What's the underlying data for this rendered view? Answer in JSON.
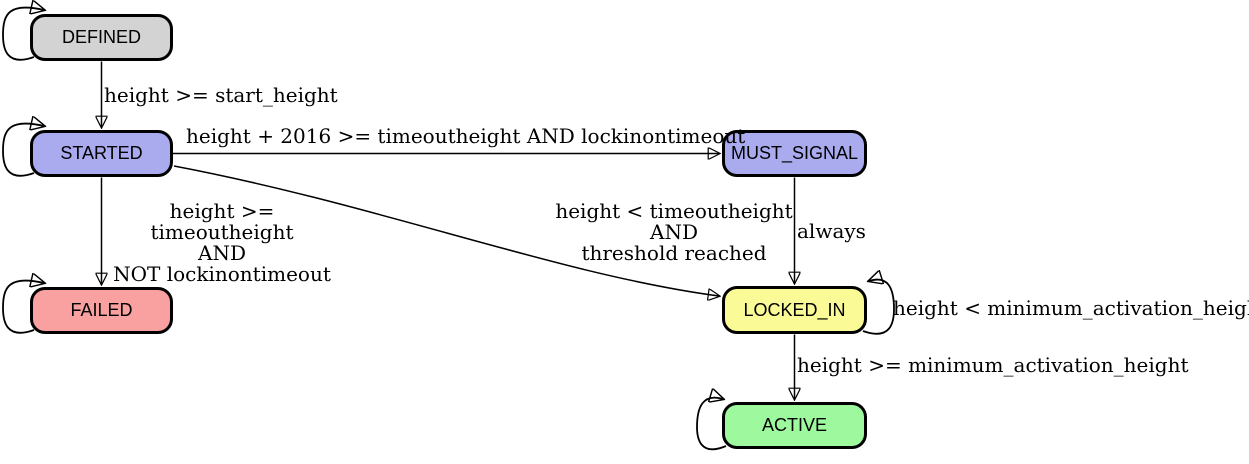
{
  "diagram": {
    "states": [
      {
        "id": "defined",
        "label": "DEFINED",
        "fill": "#d3d3d3"
      },
      {
        "id": "started",
        "label": "STARTED",
        "fill": "#aaaaee"
      },
      {
        "id": "must_signal",
        "label": "MUST_SIGNAL",
        "fill": "#aaaaee"
      },
      {
        "id": "failed",
        "label": "FAILED",
        "fill": "#f9a1a1"
      },
      {
        "id": "locked_in",
        "label": "LOCKED_IN",
        "fill": "#fafa96"
      },
      {
        "id": "active",
        "label": "ACTIVE",
        "fill": "#9ef89e"
      }
    ],
    "edge_labels": {
      "defined_to_started": "height >= start_height",
      "started_to_must_signal": "height + 2016 >= timeoutheight AND lockinontimeout",
      "started_to_failed": {
        "line1": "height >= timeoutheight",
        "line2": "AND",
        "line3": "NOT lockinontimeout"
      },
      "started_to_locked_in": {
        "line1": "height < timeoutheight",
        "line2": "AND",
        "line3": "threshold reached"
      },
      "must_signal_to_locked_in": "always",
      "locked_in_self_loop": "height < minimum_activation_height",
      "locked_in_to_active": "height >= minimum_activation_height"
    },
    "colors": {
      "node_border": "#000000",
      "edge": "#000000",
      "label_text": "#000000",
      "background": "#ffffff"
    }
  }
}
